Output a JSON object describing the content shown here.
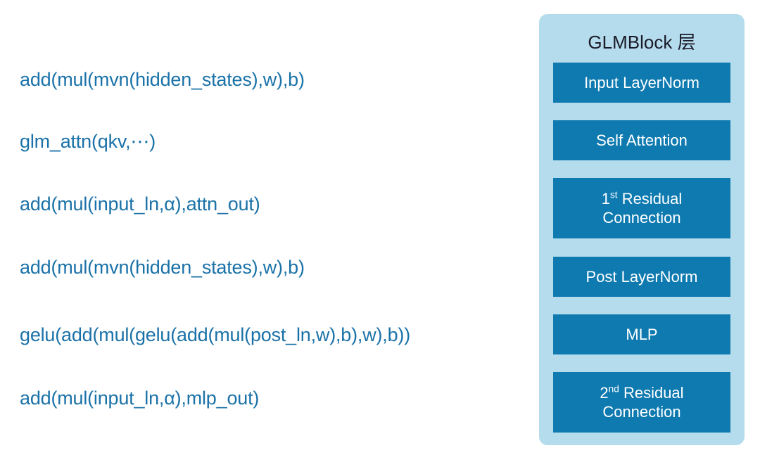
{
  "colors": {
    "text_blue": "#1b72a8",
    "panel_bg": "#b5dced",
    "block_bg": "#0f7ab0",
    "block_text": "#ffffff",
    "title_text": "#1a1a28",
    "page_bg": "#ffffff"
  },
  "formulas": [
    {
      "text": "add(mul(mvn(hidden_states),w),b)"
    },
    {
      "text": "glm_attn(qkv,⋯)"
    },
    {
      "text": "add(mul(input_ln,α),attn_out)"
    },
    {
      "text": "add(mul(mvn(hidden_states),w),b)"
    },
    {
      "text": "gelu(add(mul(gelu(add(mul(post_ln,w),b),w),b))"
    },
    {
      "text": "add(mul(input_ln,α),mlp_out)"
    }
  ],
  "panel": {
    "title": "GLMBlock 层",
    "blocks": [
      {
        "label": "Input LayerNorm",
        "lines": [
          "Input LayerNorm"
        ],
        "ordinal": null,
        "ordinal_suffix": null
      },
      {
        "label": "Self Attention",
        "lines": [
          "Self Attention"
        ],
        "ordinal": null,
        "ordinal_suffix": null
      },
      {
        "label": "1st Residual Connection",
        "lines": [
          "Residual",
          "Connection"
        ],
        "ordinal": "1",
        "ordinal_suffix": "st"
      },
      {
        "label": "Post LayerNorm",
        "lines": [
          "Post LayerNorm"
        ],
        "ordinal": null,
        "ordinal_suffix": null
      },
      {
        "label": "MLP",
        "lines": [
          "MLP"
        ],
        "ordinal": null,
        "ordinal_suffix": null
      },
      {
        "label": "2nd Residual Connection",
        "lines": [
          "Residual",
          "Connection"
        ],
        "ordinal": "2",
        "ordinal_suffix": "nd"
      }
    ]
  }
}
